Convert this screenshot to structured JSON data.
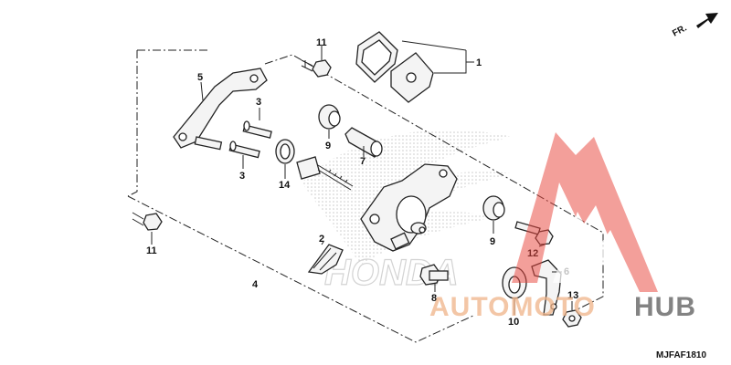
{
  "orientation": {
    "label": "FR.",
    "icon": "forward-arrow-icon"
  },
  "callouts": [
    {
      "id": "c1",
      "label": "1"
    },
    {
      "id": "c2",
      "label": "2"
    },
    {
      "id": "c3a",
      "label": "3"
    },
    {
      "id": "c3b",
      "label": "3"
    },
    {
      "id": "c4",
      "label": "4"
    },
    {
      "id": "c5",
      "label": "5"
    },
    {
      "id": "c6",
      "label": "6"
    },
    {
      "id": "c7",
      "label": "7"
    },
    {
      "id": "c8",
      "label": "8"
    },
    {
      "id": "c9a",
      "label": "9"
    },
    {
      "id": "c9b",
      "label": "9"
    },
    {
      "id": "c10",
      "label": "10"
    },
    {
      "id": "c11a",
      "label": "11"
    },
    {
      "id": "c11b",
      "label": "11"
    },
    {
      "id": "c12",
      "label": "12"
    },
    {
      "id": "c13",
      "label": "13"
    },
    {
      "id": "c14",
      "label": "14"
    }
  ],
  "diagram_code": "MJFAF1810",
  "background_brand": "HONDA",
  "watermark": {
    "part1": "AUTOMOTO",
    "part2": "HUB",
    "color_logo": "#e8473f",
    "color_part1": "#f0b489",
    "color_part2": "#5a5a5a"
  },
  "colors": {
    "line": "#222222",
    "part_fill": "#f4f4f4"
  }
}
